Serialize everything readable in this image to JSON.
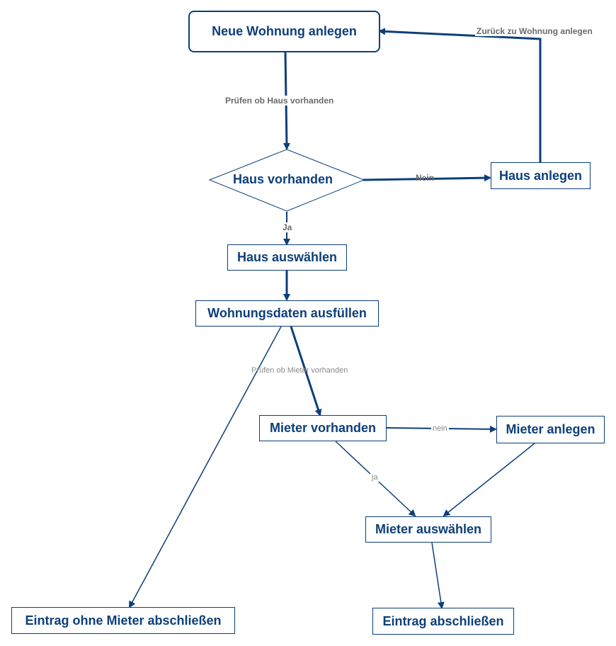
{
  "colors": {
    "primary": "#0d3f7a",
    "edge_label": "#6b6b6b",
    "edge_label_light": "#8a8a8a"
  },
  "nodes": {
    "neue_wohnung": "Neue Wohnung anlegen",
    "haus_vorhanden": "Haus vorhanden",
    "haus_anlegen": "Haus anlegen",
    "haus_auswaehlen": "Haus auswählen",
    "wohnungsdaten": "Wohnungsdaten ausfüllen",
    "mieter_vorhanden": "Mieter vorhanden",
    "mieter_anlegen": "Mieter anlegen",
    "mieter_auswaehlen": "Mieter auswählen",
    "eintrag_ohne": "Eintrag ohne Mieter abschließen",
    "eintrag": "Eintrag abschließen"
  },
  "edges": {
    "pruefen_haus": "Prüfen ob Haus vorhanden",
    "nein": "Nein",
    "zurueck": "Zurück zu Wohnung anlegen",
    "ja": "Ja",
    "pruefen_mieter": "Prüfen ob Mieter vorhanden",
    "nein_lower": "nein",
    "ja_lower": "ja"
  }
}
